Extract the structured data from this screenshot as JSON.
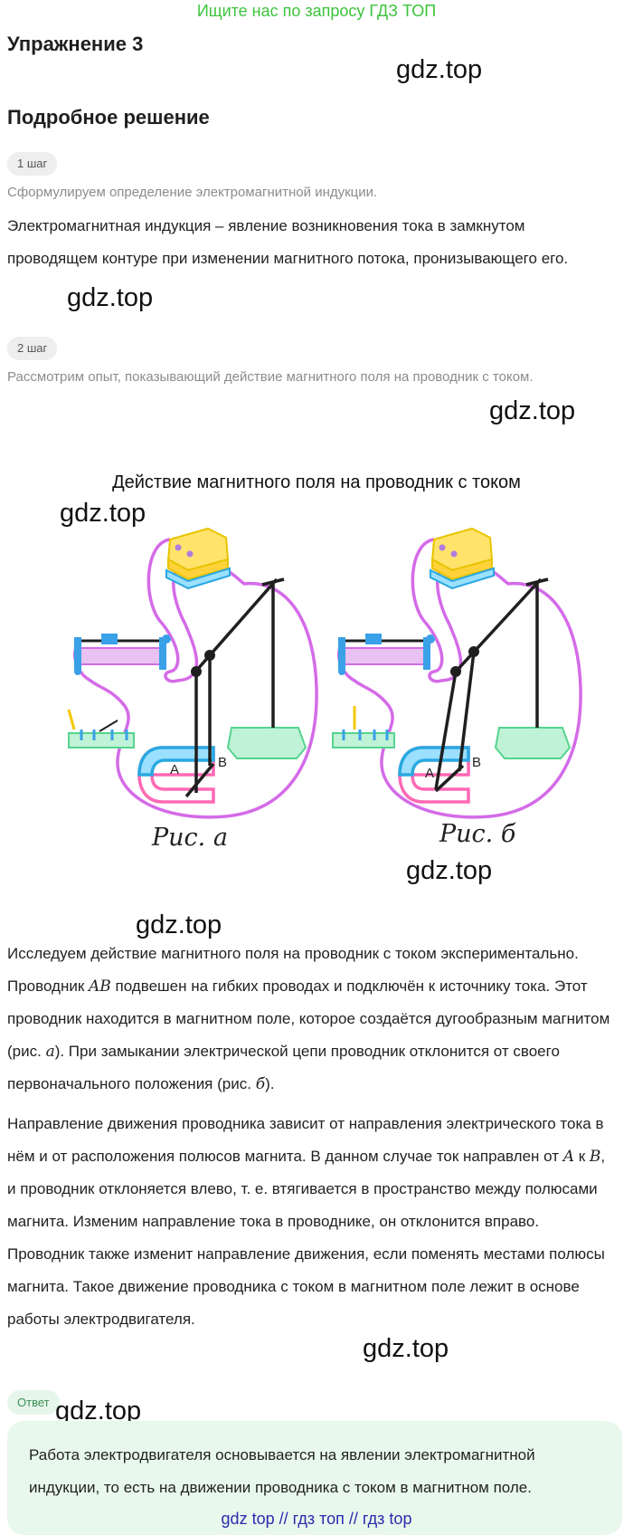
{
  "banner": "Ищите нас по запросу ГДЗ ТОП",
  "exercise_title": "Упражнение 3",
  "solution_title": "Подробное решение",
  "watermark": "gdz.top",
  "step1": {
    "label": "1 шаг",
    "hint": "Сформулируем определение электромагнитной индукции.",
    "text": "Электромагнитная индукция – явление возникновения тока в замкнутом проводящем контуре при изменении магнитного потока, пронизывающего его."
  },
  "step2": {
    "label": "2 шаг",
    "hint": "Рассмотрим опыт, показывающий действие магнитного поля на проводник с током."
  },
  "figure": {
    "caption": "Действие магнитного поля на проводник с током",
    "label_a": "Рис. а",
    "label_b": "Рис. б",
    "point_a": "A",
    "point_b": "B"
  },
  "paragraph1": {
    "p1": "Исследуем действие магнитного поля на проводник с током экспериментально. Проводник ",
    "v1": "AB",
    "p2": " подвешен на гибких проводах и подключён к источнику тока. Этот проводник находится в магнитном поле, которое создаётся дугообразным магнитом (рис. ",
    "v2": "a",
    "p3": "). При замыкании электрической цепи проводник отклонится от своего первоначального положения (рис. ",
    "v3": "б",
    "p4": ")."
  },
  "paragraph2": {
    "p1": "Направление движения проводника зависит от направления электрического тока в нём и от расположения полюсов магнита. В данном случае ток направлен от ",
    "v1": "A",
    "p2": " к ",
    "v2": "B",
    "p3": ", и проводник отклоняется влево, т. е. втягивается в пространство между полюсами магнита. Изменим направление тока в проводнике, он отклонится вправо. Проводник также изменит направление движения, если поменять местами полюсы магнита. Такое движение проводника с током в магнитном поле лежит в основе работы электродвигателя."
  },
  "answer": {
    "label": "Ответ",
    "text": "Работа электродвигателя основывается на явлении электромагнитной индукции, то есть на движении проводника с током в магнитном поле."
  },
  "footer": "gdz top  //  гдз топ  //  гдз top"
}
